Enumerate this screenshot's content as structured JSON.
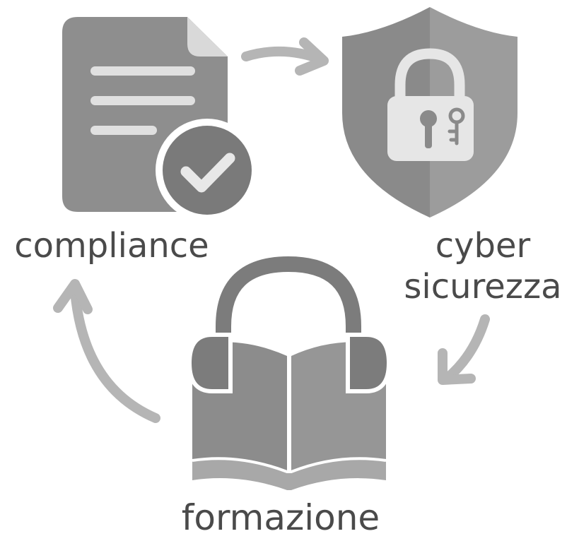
{
  "nodes": {
    "compliance": {
      "label": "compliance"
    },
    "cyber": {
      "line1": "cyber",
      "line2": "sicurezza"
    },
    "formazione": {
      "label": "formazione"
    }
  },
  "colors": {
    "document": "#8e8e8e",
    "document_fold": "#d9d9d9",
    "document_lines": "#e0e0e0",
    "check_badge": "#7a7a7a",
    "shield_left": "#8a8a8a",
    "shield_right": "#9c9c9c",
    "lock": "#e6e6e6",
    "lock_detail": "#8a8a8a",
    "book": "#8c8c8c",
    "book_edge": "#a8a8a8",
    "headphones": "#7c7c7c",
    "arrow": "#b5b5b5",
    "text": "#4a4a4a"
  },
  "icons": [
    "document-icon",
    "checkmark-icon",
    "shield-icon",
    "padlock-icon",
    "key-icon",
    "book-icon",
    "headphones-icon"
  ]
}
